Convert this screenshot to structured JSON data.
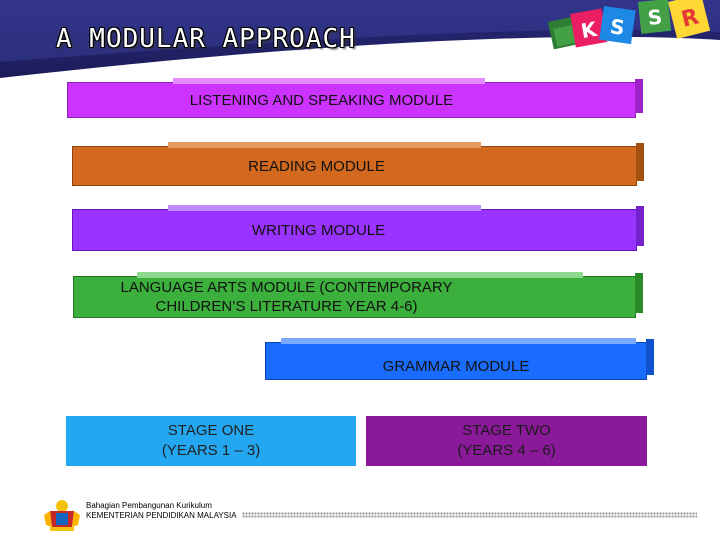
{
  "header": {
    "title": "A MODULAR APPROACH",
    "cube_letters": [
      "K",
      "S",
      "S",
      "R"
    ]
  },
  "modules": [
    {
      "label": "LISTENING AND SPEAKING MODULE",
      "color": "#cc33ff"
    },
    {
      "label": "READING MODULE",
      "color": "#d2691e"
    },
    {
      "label": "WRITING MODULE",
      "color": "#9933ff"
    },
    {
      "label": "LANGUAGE ARTS MODULE  (CONTEMPORARY CHILDREN’S  LITERATURE YEAR 4-6)",
      "color": "#3cb03c"
    },
    {
      "label": "GRAMMAR MODULE",
      "color": "#1a6cff"
    }
  ],
  "stages": [
    {
      "title": "STAGE ONE",
      "years": "(YEARS 1 – 3)",
      "color": "#22a7f0"
    },
    {
      "title": "STAGE TWO",
      "years": "(YEARS 4 – 6)",
      "color": "#8b1a9a"
    }
  ],
  "footer": {
    "line1": "Bahagian Pembangunan Kurikulum",
    "line2": "KEMENTERIAN PENDIDIKAN MALAYSIA"
  }
}
